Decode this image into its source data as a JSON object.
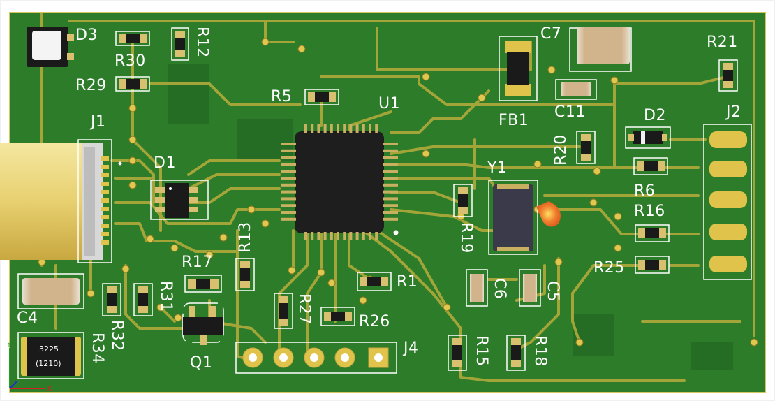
{
  "board": {
    "colors": {
      "pcb": "#2c7c2a",
      "pcb_dark": "#256b24",
      "trace": "#b8ad3c",
      "pad": "#d8c070",
      "silkscreen": "#ffffff",
      "chip": "#1e1e1e",
      "gold": "#e0c34a"
    },
    "designators": {
      "d3": "D3",
      "r30": "R30",
      "r12": "R12",
      "r29": "R29",
      "r5": "R5",
      "u1": "U1",
      "c7": "C7",
      "fb1": "FB1",
      "c11": "C11",
      "r21": "R21",
      "j2": "J2",
      "d2": "D2",
      "r20": "R20",
      "r6": "R6",
      "j1": "J1",
      "d1": "D1",
      "y1": "Y1",
      "r19": "R19",
      "r16": "R16",
      "r25": "R25",
      "r13": "R13",
      "r17": "R17",
      "r1": "R1",
      "c6": "C6",
      "c5": "C5",
      "c4": "C4",
      "r32": "R32",
      "r31": "R31",
      "r27": "R27",
      "r26": "R26",
      "r34": "R34",
      "q1": "Q1",
      "j4": "J4",
      "r15": "R15",
      "r18": "R18"
    },
    "r34_marking": {
      "line1": "3225",
      "line2": "(1210)"
    },
    "axes": {
      "y": "Y",
      "x": "X"
    }
  }
}
